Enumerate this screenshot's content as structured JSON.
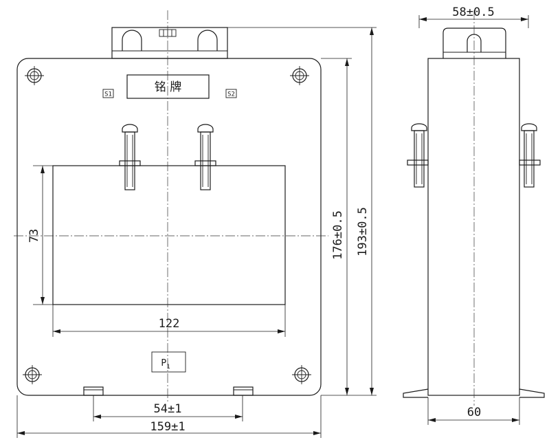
{
  "front_view": {
    "nameplate_text": "铭  牌",
    "terminal_s1": "S1",
    "terminal_s2": "S2",
    "primary_label": "P",
    "primary_subscript": "1"
  },
  "dimensions": {
    "window_height": "73",
    "window_width": "122",
    "mount_spacing": "54±1",
    "overall_width": "159±1",
    "body_height": "176±0.5",
    "overall_height": "193±0.5",
    "side_top_width": "58±0.5",
    "side_width": "60"
  }
}
